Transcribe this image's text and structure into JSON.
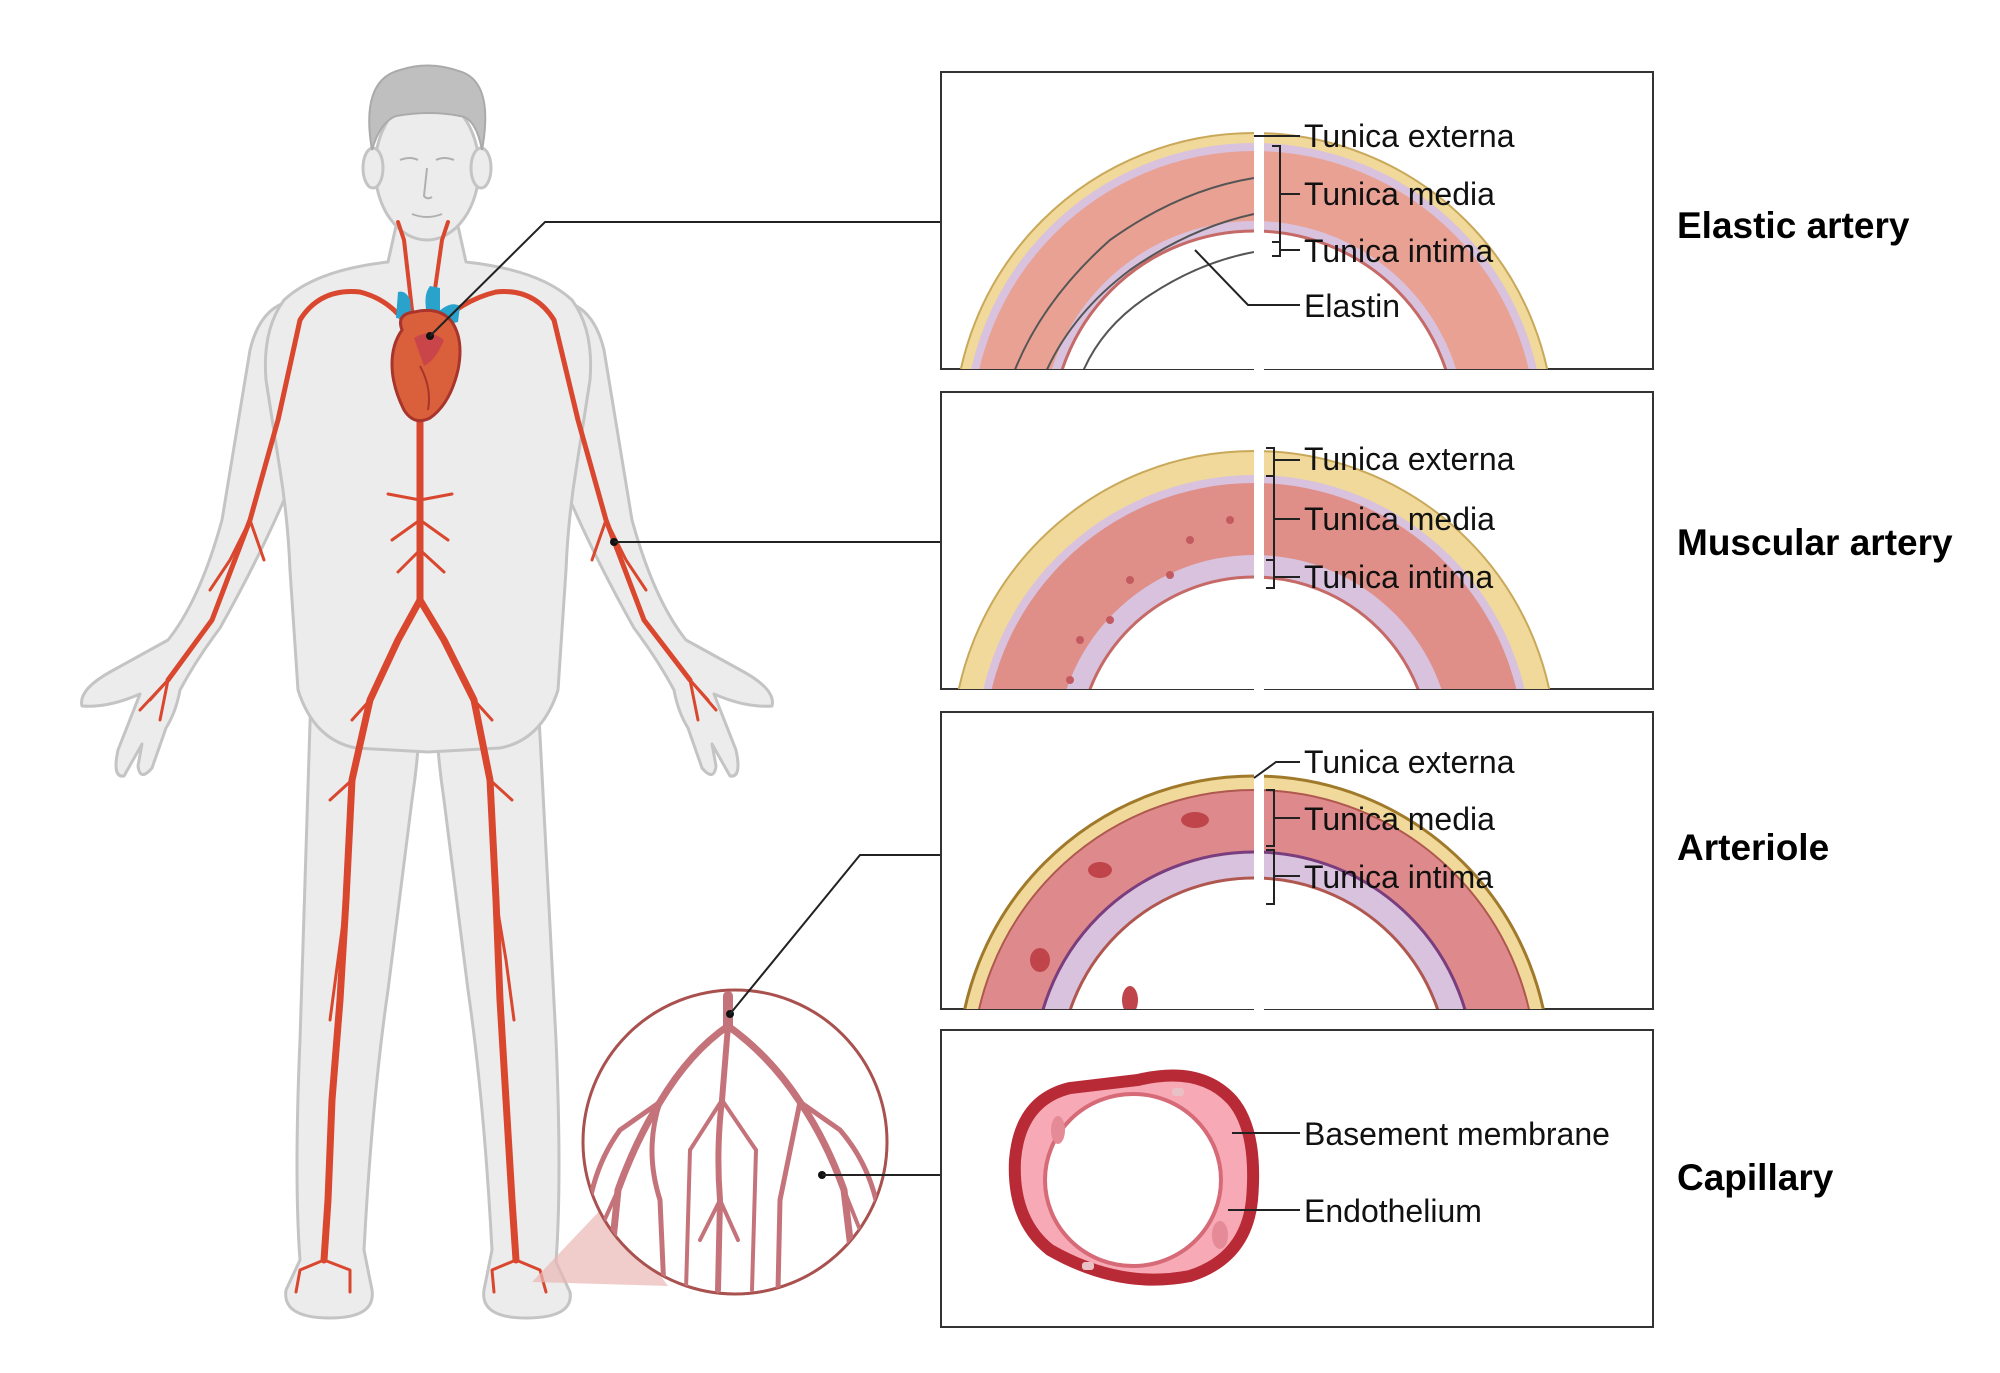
{
  "panels": {
    "elastic": {
      "title": "Elastic artery",
      "labels": {
        "externa": "Tunica externa",
        "media": "Tunica media",
        "intima": "Tunica intima",
        "elastin": "Elastin"
      }
    },
    "muscular": {
      "title": "Muscular artery",
      "labels": {
        "externa": "Tunica externa",
        "media": "Tunica media",
        "intima": "Tunica intima"
      }
    },
    "arteriole": {
      "title": "Arteriole",
      "labels": {
        "externa": "Tunica externa",
        "media": "Tunica media",
        "intima": "Tunica intima"
      }
    },
    "capillary": {
      "title": "Capillary",
      "labels": {
        "basement": "Basement membrane",
        "endothelium": "Endothelium"
      }
    }
  },
  "colors": {
    "artery": "#d9472e",
    "body": "#ececec",
    "externa": "#f0d99b",
    "media": "#e69d8c",
    "intima": "#d8c2de",
    "capillary_wall": "#b82a35",
    "heart_vessels": "#29a3cc"
  }
}
